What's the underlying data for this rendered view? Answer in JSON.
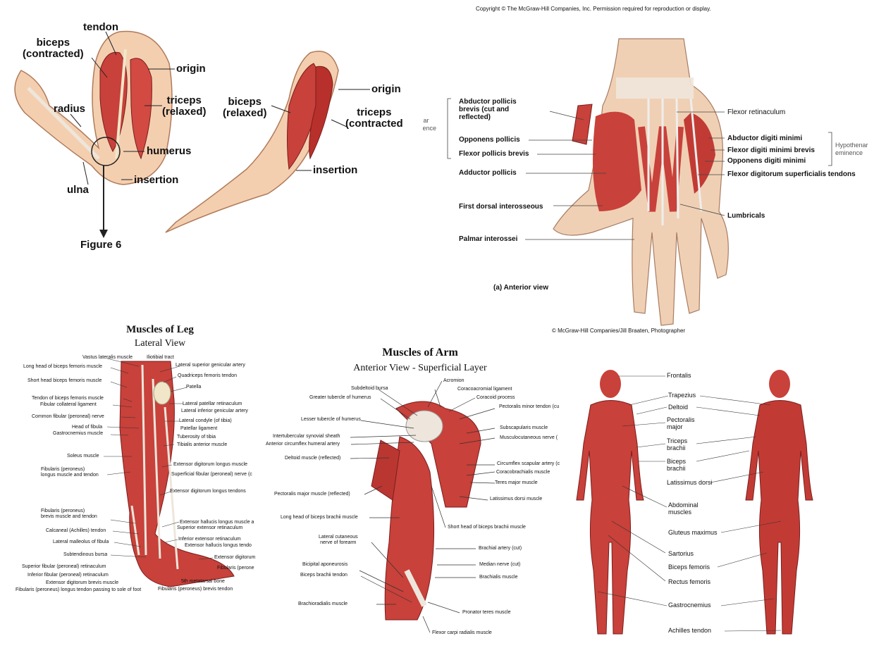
{
  "arm_flexion": {
    "labels": [
      "tendon",
      "biceps\n(contracted)",
      "origin",
      "triceps\n(relaxed)",
      "radius",
      "humerus",
      "insertion",
      "ulna",
      "Figure 6",
      "biceps\n(relaxed)",
      "origin",
      "triceps\n(contracted",
      "insertion"
    ]
  },
  "hand": {
    "copyright_top": "Copyright © The McGraw-Hill Companies, Inc. Permission required for reproduction or display.",
    "left_labels": [
      "Abductor pollicis\nbrevis (cut and\nreflected)",
      "Opponens pollicis",
      "Flexor pollicis brevis",
      "Adductor pollicis",
      "First dorsal interosseous",
      "Palmar interossei"
    ],
    "thenar_group": "Thenar\neminence",
    "right_labels": [
      "Flexor retinaculum",
      "Abductor digiti minimi",
      "Flexor digiti minimi brevis",
      "Opponens digiti minimi",
      "Flexor digitorum superficialis tendons",
      "Lumbricals"
    ],
    "hypothenar_group": "Hypothenar\neminence",
    "view_caption": "(a) Anterior view",
    "copyright_bottom": "© McGraw-Hill Companies/Jill Braaten, Photographer"
  },
  "leg": {
    "title": "Muscles of Leg",
    "subtitle": "Lateral View",
    "left_labels": [
      "Vastus lateralis muscle",
      "Long head of biceps femoris muscle",
      "Short head biceps femoris muscle",
      "Tendon of biceps femoris muscle",
      "Fibular collateral ligament",
      "Common fibular (peroneal) nerve",
      "Head of fibula",
      "Gastrocnemius muscle",
      "Soleus muscle",
      "Fibularis (peroneus)\nlongus muscle and tendon",
      "Fibularis (peroneus)\nbrevis muscle and tendon",
      "Calcaneal (Achilles) tendon",
      "Lateral malleolus of fibula",
      "Subtendinous bursa",
      "Superior fibular (peroneal) retinaculum",
      "Inferior fibular (peroneal) retinaculum",
      "Extensor digitorum brevis muscle",
      "Fibularis (peroneus) longus tendon passing to sole of foot"
    ],
    "right_labels": [
      "Iliotibial tract",
      "Lateral superior genicular artery",
      "Quadriceps femoris tendon",
      "Patella",
      "Lateral patellar retinaculum",
      "Lateral inferior genicular artery",
      "Lateral condyle (of tibia)",
      "Patellar ligament",
      "Tuberosity of tibia",
      "Tibialis anterior muscle",
      "Extensor digitorum longus muscle",
      "Superficial fibular (peroneal) nerve (c",
      "Extensor digitorum longus tendons",
      "Extensor hallucis longus muscle a",
      "Superior extensor retinaculum",
      "Inferior extensor retinaculum",
      "Extensor hallucis longus tendo",
      "Extensor digitorum",
      "Fibularis (perone",
      "5th metatarsal bone",
      "Fibularis (peroneus) brevis tendon"
    ]
  },
  "arm_anterior": {
    "title": "Muscles of Arm",
    "subtitle": "Anterior View - Superficial Layer",
    "left_labels": [
      "Subdeltoid bursa",
      "Greater tubercle of humerus",
      "Lesser tubercle of humerus",
      "Intertubercular synovial sheath",
      "Anterior circumflex humeral artery",
      "Deltoid muscle (reflected)",
      "Pectoralis major muscle (reflected)",
      "Long head of biceps brachii muscle",
      "Lateral cutaneous\nnerve of forearm",
      "Bicipital aponeurosis",
      "Biceps brachii tendon",
      "Brachioradialis muscle"
    ],
    "right_labels": [
      "Acromion",
      "Coracoacromial ligament",
      "Coracoid process",
      "Pectoralis minor tendon (cu",
      "Subscapularis muscle",
      "Musculocutaneous nerve (",
      "Circumflex scapular artery (c",
      "Coracobrachialis muscle",
      "Teres major muscle",
      "Latissimus dorsi muscle",
      "Short head of biceps brachii muscle",
      "Brachial artery (cut)",
      "Median nerve (cut)",
      "Brachialis muscle",
      "Pronator teres muscle",
      "Flexor carpi radialis muscle"
    ]
  },
  "body": {
    "labels": [
      "Frontalis",
      "Trapezius",
      "Deltoid",
      "Pectoralis\nmajor",
      "Triceps\nbrachii",
      "Biceps\nbrachii",
      "Latissimus dorsi",
      "Abdominal\nmuscles",
      "Gluteus maximus",
      "Sartorius",
      "Biceps femoris",
      "Rectus femoris",
      "Gastrocnemius",
      "Achilles tendon"
    ]
  },
  "colors": {
    "muscle": "#c8413a",
    "muscle_dark": "#8e2222",
    "skin": "#f3cfb0",
    "tendon": "#eee6dc",
    "bone": "#f1e6c8"
  }
}
